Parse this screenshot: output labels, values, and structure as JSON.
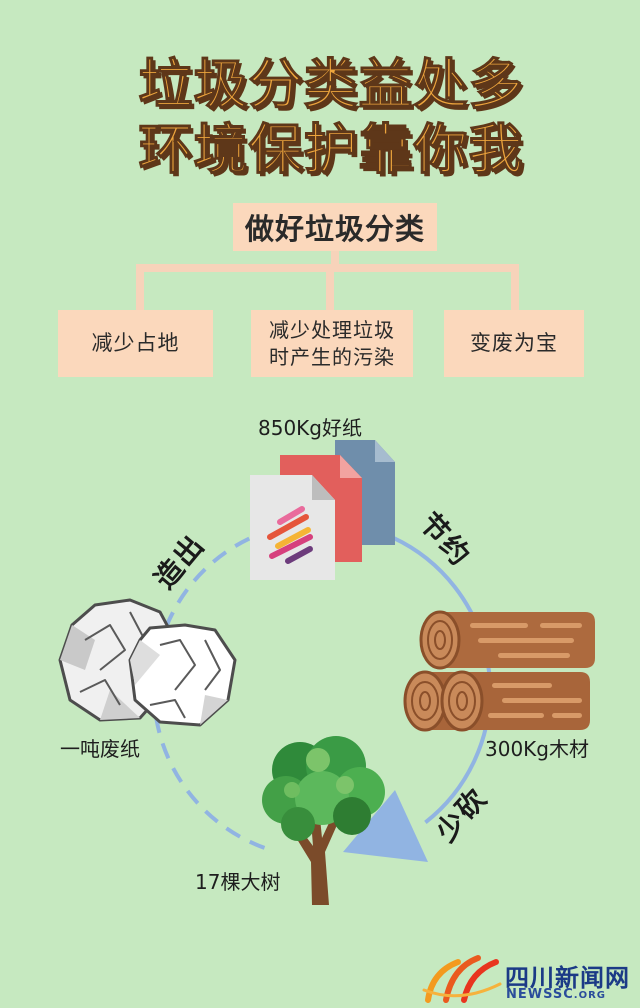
{
  "title": {
    "line1": "垃圾分类益处多",
    "line2": "环境保护靠你我"
  },
  "root_node": {
    "label": "做好垃圾分类"
  },
  "benefits": [
    {
      "lines": [
        "减少占地"
      ]
    },
    {
      "lines": [
        "减少处理垃圾",
        "时产生的污染"
      ]
    },
    {
      "lines": [
        "变废为宝"
      ]
    }
  ],
  "cycle": {
    "good_paper": "850Kg好纸",
    "save": "节约",
    "wood": "300Kg木材",
    "less_cut": "少砍",
    "trees": "17棵大树",
    "waste_paper": "一吨废纸",
    "produce": "造出"
  },
  "logo": {
    "name": "四川新闻网",
    "domain_main": "NEWSSC",
    "domain_suffix": ".ORG"
  },
  "colors": {
    "background": "#c6e9c0",
    "title_fill": "#eda53d",
    "title_shadow": "#5e3719",
    "box": "#fbd8bc",
    "connector": "#f7d3ba",
    "cycle": "#91b4e2"
  },
  "icons": [
    "documents-icon",
    "wood-logs-icon",
    "crumpled-paper-icon",
    "tree-icon",
    "logo-flame-icon"
  ]
}
